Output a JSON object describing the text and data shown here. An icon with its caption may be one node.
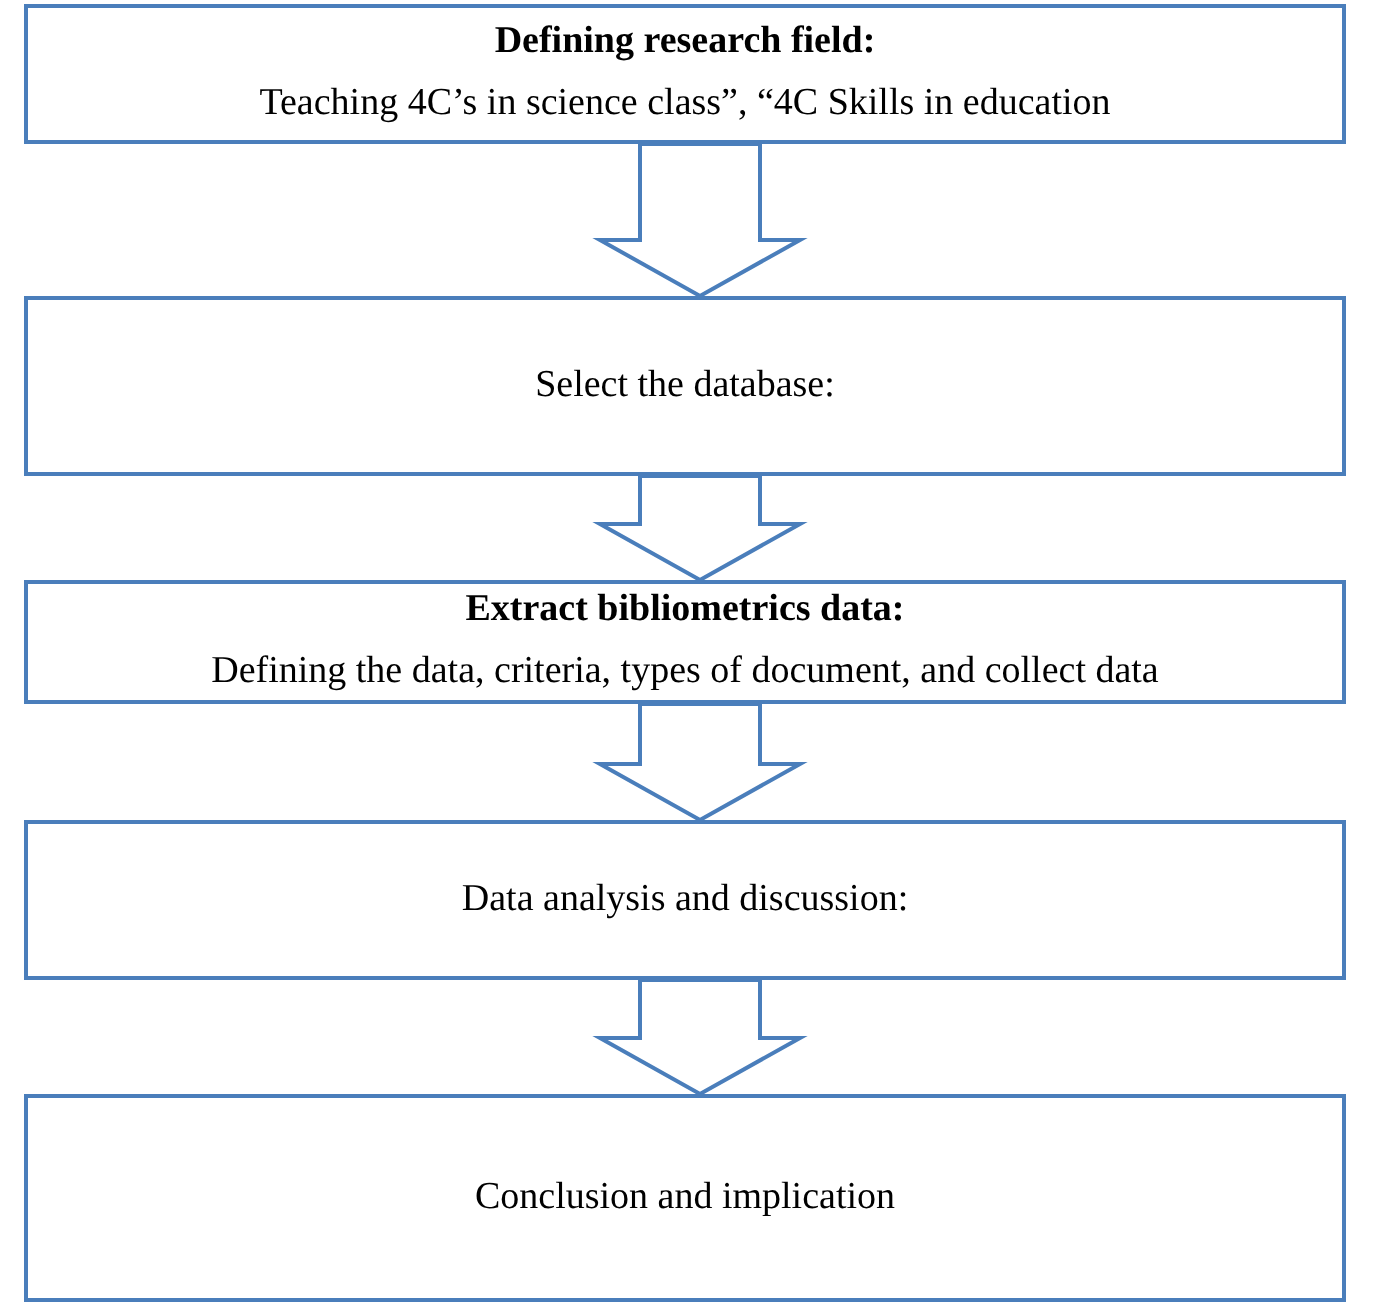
{
  "diagram": {
    "nodes": [
      {
        "text": [
          "Defining research field:",
          "Teaching 4C’s in science class”, “4C Skills in education"
        ]
      },
      {
        "text": [
          "Select the database:"
        ]
      },
      {
        "text": [
          "Extract bibliometrics data:",
          "Defining the data, criteria, types of document, and collect data"
        ]
      },
      {
        "text": [
          "Data analysis and discussion:"
        ]
      },
      {
        "text": [
          "Conclusion and implication"
        ]
      }
    ],
    "edges": [
      {
        "from": 0,
        "to": 1,
        "arrow": "to"
      },
      {
        "from": 1,
        "to": 2,
        "arrow": "to"
      },
      {
        "from": 2,
        "to": 3,
        "arrow": "to"
      },
      {
        "from": 3,
        "to": 4,
        "arrow": "to"
      }
    ]
  }
}
